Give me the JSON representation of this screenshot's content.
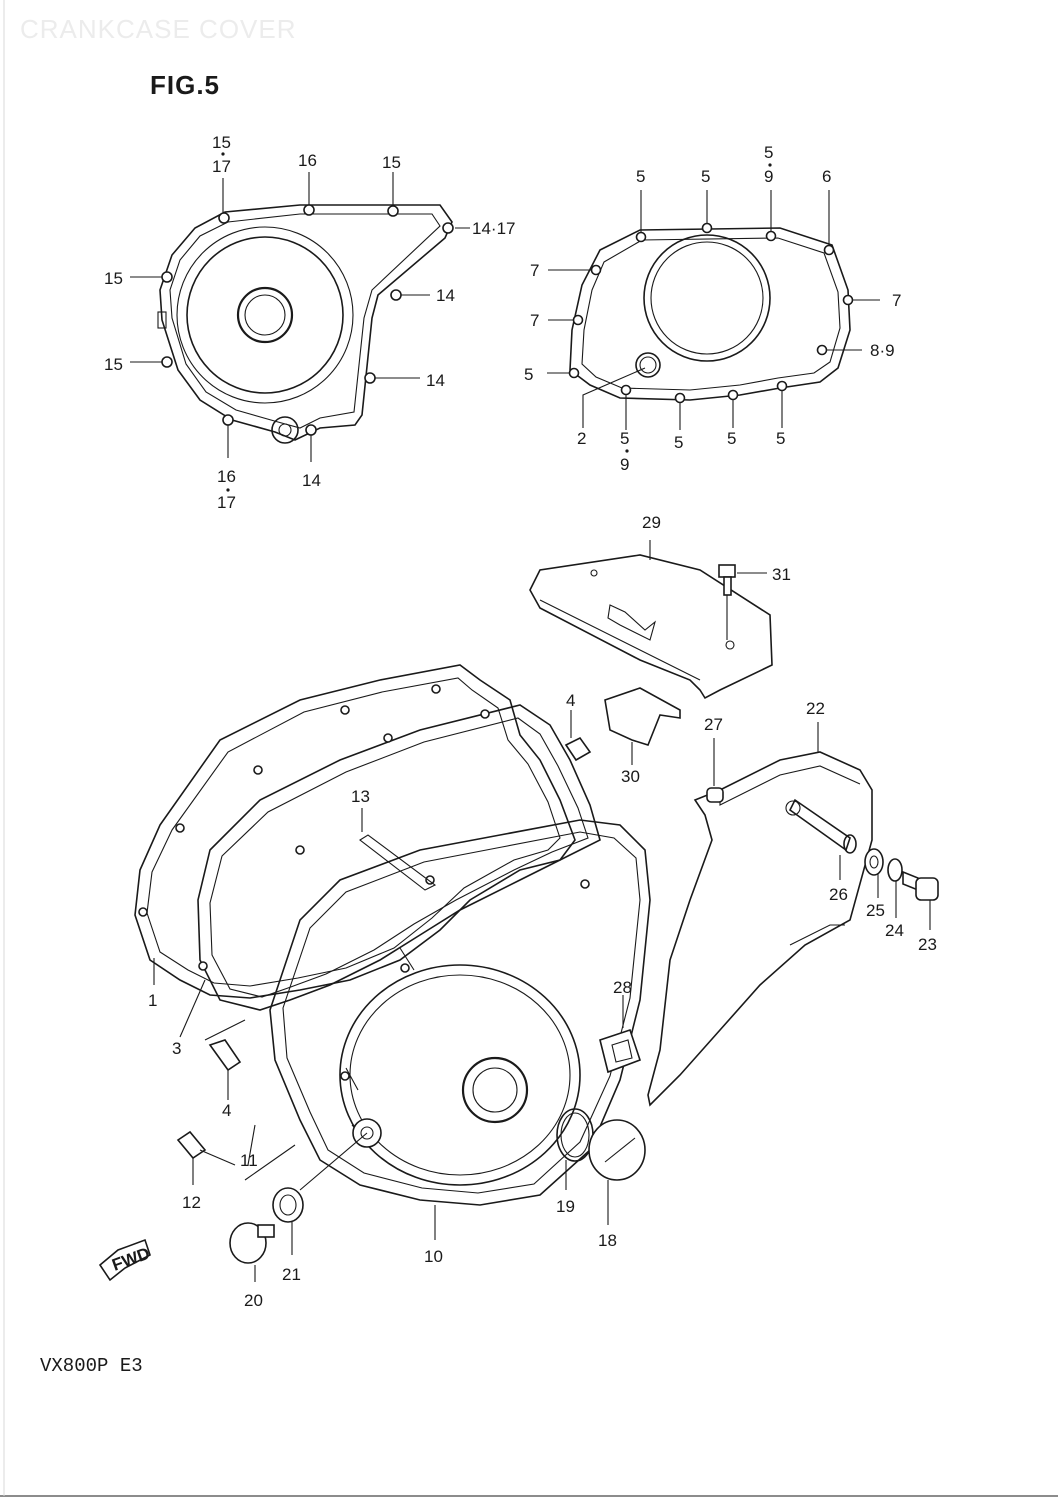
{
  "header": {
    "faint_title": "CRANKCASE COVER",
    "figure": "FIG.5"
  },
  "footer": {
    "model": "VX800P  E3",
    "fwd": "FWD"
  },
  "callouts": {
    "l15_17_a": "15",
    "l15_17_b": "17",
    "l16_top": "16",
    "l15_top": "15",
    "l14_17": "14·17",
    "l15_left_a": "15",
    "l15_left_b": "15",
    "l14_a": "14",
    "l14_b": "14",
    "l14_c": "14",
    "l16_17_a": "16",
    "l16_17_b": "17",
    "r5_a": "5",
    "r5_b": "5",
    "r5_9_a": "5",
    "r5_9_b": "9",
    "r6": "6",
    "r7_a": "7",
    "r7_b": "7",
    "r7_c": "7",
    "r8_9": "8·9",
    "r5_left": "5",
    "r2": "2",
    "r5_9_c": "5",
    "r5_9_d": "9",
    "r5_c": "5",
    "r5_d": "5",
    "r5_e": "5",
    "p29": "29",
    "p31": "31",
    "p30": "30",
    "p27": "27",
    "p22": "22",
    "p4_a": "4",
    "p13": "13",
    "p26": "26",
    "p25": "25",
    "p24": "24",
    "p23": "23",
    "p28": "28",
    "p1": "1",
    "p3": "3",
    "p4_b": "4",
    "p11": "11",
    "p12": "12",
    "p19": "19",
    "p18": "18",
    "p10": "10",
    "p21": "21",
    "p20": "20"
  }
}
